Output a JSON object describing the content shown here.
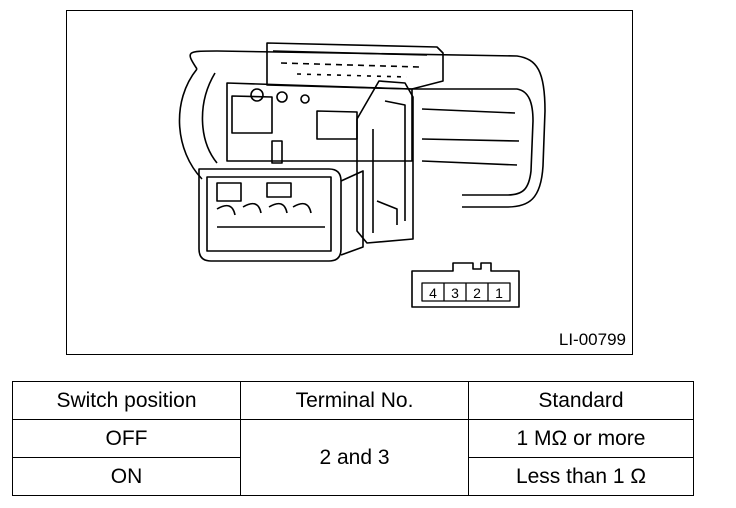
{
  "figure": {
    "id": "LI-00799",
    "connector_pins": [
      "4",
      "3",
      "2",
      "1"
    ]
  },
  "table": {
    "headers": [
      "Switch position",
      "Terminal No.",
      "Standard"
    ],
    "rows": [
      {
        "switch_position": "OFF",
        "terminal_no": "2 and 3",
        "standard": "1 MΩ or more"
      },
      {
        "switch_position": "ON",
        "terminal_no": "2 and 3",
        "standard": "Less than 1 Ω"
      }
    ]
  }
}
